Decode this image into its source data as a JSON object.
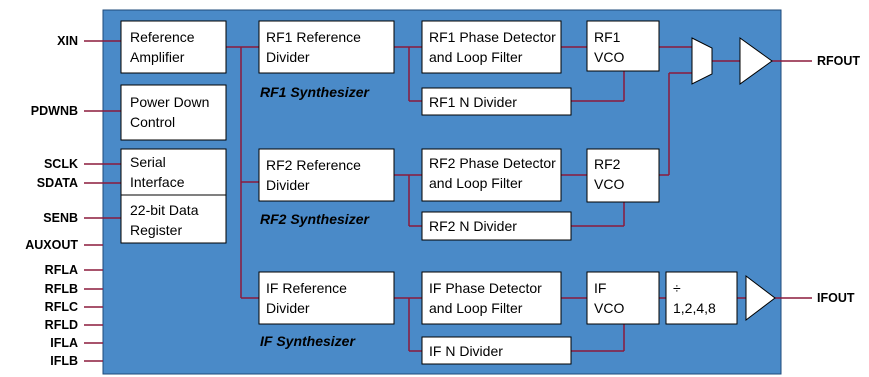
{
  "colors": {
    "background_panel": "#4a8ac8",
    "wire": "#8b1a3c",
    "block_fill": "#ffffff"
  },
  "pins": {
    "left": [
      "XIN",
      "PDWNB",
      "SCLK",
      "SDATA",
      "SENB",
      "AUXOUT",
      "RFLA",
      "RFLB",
      "RFLC",
      "RFLD",
      "IFLA",
      "IFLB"
    ],
    "right": [
      "RFOUT",
      "IFOUT"
    ]
  },
  "blocks": {
    "ref_amp": [
      "Reference",
      "Amplifier"
    ],
    "power_down": [
      "Power Down",
      "Control"
    ],
    "serial": [
      "Serial",
      "Interface"
    ],
    "data_reg": [
      "22-bit Data",
      "Register"
    ],
    "rf1_ref_div": [
      "RF1 Reference",
      "Divider"
    ],
    "rf1_pd": [
      "RF1 Phase Detector",
      "and Loop Filter"
    ],
    "rf1_vco": [
      "RF1",
      "VCO"
    ],
    "rf1_n": [
      "RF1 N Divider"
    ],
    "rf2_ref_div": [
      "RF2 Reference",
      "Divider"
    ],
    "rf2_pd": [
      "RF2 Phase Detector",
      "and Loop Filter"
    ],
    "rf2_vco": [
      "RF2",
      "VCO"
    ],
    "rf2_n": [
      "RF2 N Divider"
    ],
    "if_ref_div": [
      "IF Reference",
      "Divider"
    ],
    "if_pd": [
      "IF Phase Detector",
      "and Loop Filter"
    ],
    "if_vco": [
      "IF",
      "VCO"
    ],
    "if_n": [
      "IF N Divider"
    ],
    "divider": [
      "÷",
      "1,2,4,8"
    ]
  },
  "synth_labels": {
    "rf1": "RF1 Synthesizer",
    "rf2": "RF2 Synthesizer",
    "if": "IF Synthesizer"
  }
}
